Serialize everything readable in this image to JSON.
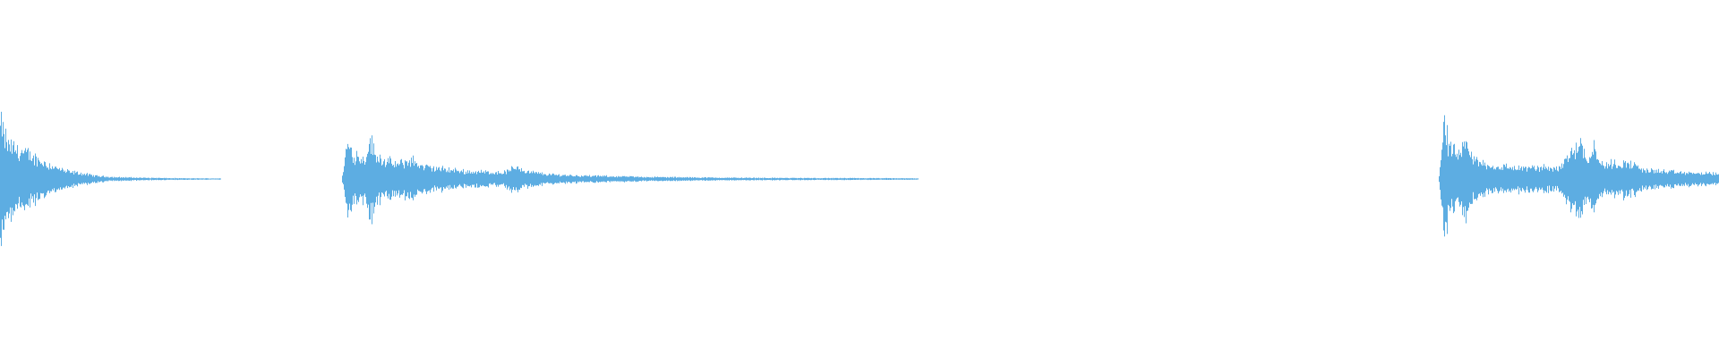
{
  "waveform": {
    "color": "#5dade2",
    "background": "#ffffff",
    "amplitude_scale": 1.0,
    "segments": [
      {
        "name": "audio-segment-1",
        "start": 0.0,
        "end": 0.128,
        "envelope": [
          [
            0.0,
            0.85
          ],
          [
            0.004,
            0.55
          ],
          [
            0.01,
            0.45
          ],
          [
            0.016,
            0.38
          ],
          [
            0.022,
            0.3
          ],
          [
            0.03,
            0.2
          ],
          [
            0.038,
            0.12
          ],
          [
            0.046,
            0.09
          ],
          [
            0.055,
            0.05
          ],
          [
            0.065,
            0.03
          ],
          [
            0.08,
            0.02
          ],
          [
            0.1,
            0.012
          ],
          [
            0.128,
            0.008
          ]
        ]
      },
      {
        "name": "audio-segment-2",
        "start": 0.199,
        "end": 0.534,
        "envelope": [
          [
            0.0,
            0.05
          ],
          [
            0.003,
            0.55
          ],
          [
            0.006,
            0.4
          ],
          [
            0.013,
            0.3
          ],
          [
            0.016,
            0.62
          ],
          [
            0.019,
            0.38
          ],
          [
            0.025,
            0.28
          ],
          [
            0.032,
            0.22
          ],
          [
            0.036,
            0.26
          ],
          [
            0.04,
            0.3
          ],
          [
            0.046,
            0.2
          ],
          [
            0.056,
            0.16
          ],
          [
            0.064,
            0.14
          ],
          [
            0.07,
            0.12
          ],
          [
            0.094,
            0.1
          ],
          [
            0.102,
            0.2
          ],
          [
            0.106,
            0.12
          ],
          [
            0.12,
            0.07
          ],
          [
            0.14,
            0.05
          ],
          [
            0.16,
            0.04
          ],
          [
            0.18,
            0.03
          ],
          [
            0.22,
            0.02
          ],
          [
            0.27,
            0.015
          ],
          [
            0.335,
            0.01
          ]
        ]
      },
      {
        "name": "audio-segment-3",
        "start": 0.837,
        "end": 1.0,
        "envelope": [
          [
            0.0,
            0.05
          ],
          [
            0.003,
            0.9
          ],
          [
            0.006,
            0.45
          ],
          [
            0.012,
            0.35
          ],
          [
            0.016,
            0.55
          ],
          [
            0.02,
            0.3
          ],
          [
            0.03,
            0.2
          ],
          [
            0.05,
            0.17
          ],
          [
            0.07,
            0.18
          ],
          [
            0.078,
            0.45
          ],
          [
            0.082,
            0.6
          ],
          [
            0.086,
            0.3
          ],
          [
            0.09,
            0.55
          ],
          [
            0.094,
            0.22
          ],
          [
            0.11,
            0.25
          ],
          [
            0.12,
            0.14
          ],
          [
            0.14,
            0.1
          ],
          [
            0.163,
            0.08
          ]
        ]
      }
    ]
  }
}
